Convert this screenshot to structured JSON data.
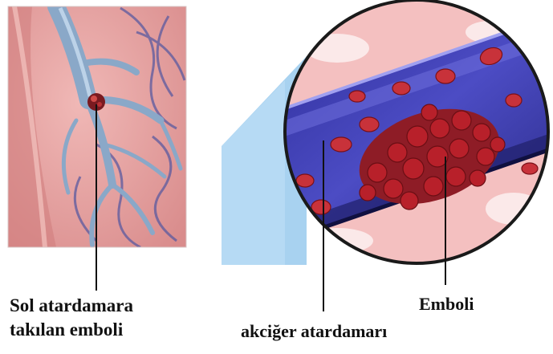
{
  "labels": {
    "left_line1": "Sol atardamara",
    "left_line2": "takılan emboli",
    "emboli": "Emboli",
    "pulmonary_artery": "akciğer atardamarı"
  },
  "colors": {
    "lung_tissue": "#e8a2a2",
    "vessel_blue": "#8aa8c8",
    "artery_wall": "#3f3fb0",
    "blood_cell": "#b8202a",
    "clot": "#8e1c26",
    "magnifier_beam": "#a8d2f0"
  }
}
